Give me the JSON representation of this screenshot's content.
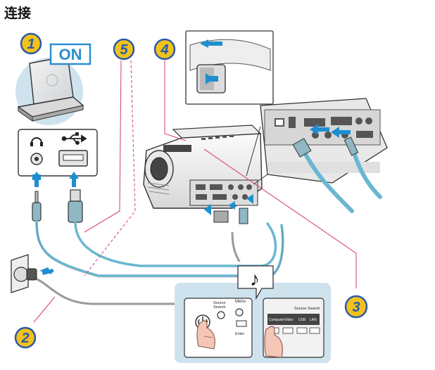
{
  "page": {
    "title": "连接"
  },
  "steps": [
    "1",
    "2",
    "3",
    "4",
    "5"
  ],
  "power_badge": "ON",
  "remote_buttons": {
    "source_search": "Source\nSearch",
    "menu": "Menu",
    "enter": "Enter",
    "remote_source_search": "Source Search",
    "computer": "Computer",
    "video": "Video",
    "usb": "USB",
    "lan": "LAN"
  },
  "sound_symbol": "♪",
  "colors": {
    "step_blue": "#2c5aa8",
    "step_fill": "#f0c21b",
    "cable_blue": "#6bb7d1",
    "pink": "#d44a8a",
    "panel_blue": "#cfe3ee",
    "arrow_blue": "#1d8fd0"
  },
  "icons": [
    "headphone-icon",
    "usb-icon",
    "power-icon",
    "hand-icon",
    "music-note-icon",
    "arrow-icon"
  ]
}
